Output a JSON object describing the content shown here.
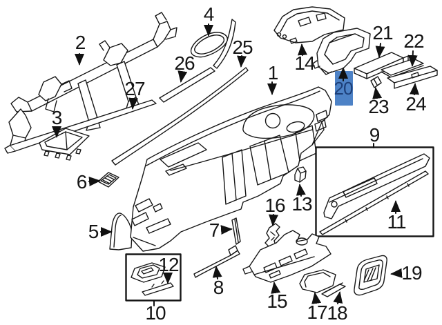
{
  "diagram": {
    "highlighted_part": "20",
    "highlight": {
      "box_color": "#4d82c6",
      "label_color": "#1d3f78"
    },
    "line_color": "#161616",
    "background_color": "#ffffff",
    "callout_count": 27
  },
  "labels": [
    {
      "num": "1"
    },
    {
      "num": "2"
    },
    {
      "num": "3"
    },
    {
      "num": "4"
    },
    {
      "num": "5"
    },
    {
      "num": "6"
    },
    {
      "num": "7"
    },
    {
      "num": "8"
    },
    {
      "num": "9"
    },
    {
      "num": "10"
    },
    {
      "num": "11"
    },
    {
      "num": "12"
    },
    {
      "num": "13"
    },
    {
      "num": "14"
    },
    {
      "num": "15"
    },
    {
      "num": "16"
    },
    {
      "num": "17"
    },
    {
      "num": "18"
    },
    {
      "num": "19"
    },
    {
      "num": "20"
    },
    {
      "num": "21"
    },
    {
      "num": "22"
    },
    {
      "num": "23"
    },
    {
      "num": "24"
    },
    {
      "num": "25"
    },
    {
      "num": "26"
    },
    {
      "num": "27"
    }
  ]
}
